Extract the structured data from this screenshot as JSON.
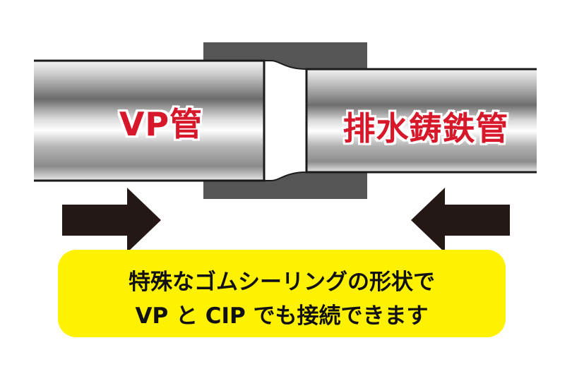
{
  "pipes": {
    "left_label": "VP管",
    "right_label": "排水鋳鉄管"
  },
  "callout": {
    "line1": "特殊なゴムシーリングの形状で",
    "line2": "VP と CIP でも接続できます"
  },
  "colors": {
    "label_red": "#d7182a",
    "callout_yellow": "#fff200",
    "coupling_gray": "#555555",
    "arrow_black": "#231815",
    "pipe_outline": "#1a1a1a"
  },
  "icons": {
    "left_arrow": "arrow-right-icon",
    "right_arrow": "arrow-left-icon"
  }
}
